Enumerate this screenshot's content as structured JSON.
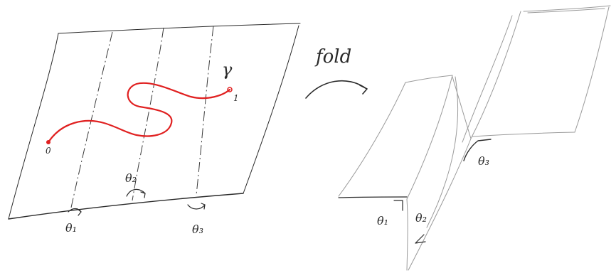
{
  "labels": {
    "fold": "fold",
    "gamma": "γ",
    "start": "0",
    "end": "1",
    "theta1": "θ₁",
    "theta2": "θ₂",
    "theta3": "θ₃"
  },
  "colors": {
    "curve": "#e02020",
    "ink": "#2a2a2a",
    "faint": "#9a9a9a"
  }
}
